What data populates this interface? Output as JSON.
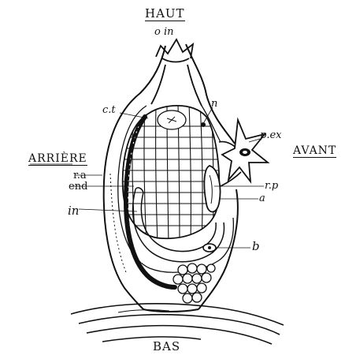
{
  "directions": {
    "top": "HAUT",
    "bottom": "BAS",
    "left": "ARRIÈRE",
    "right": "AVANT"
  },
  "labels": {
    "oin": "o in",
    "ct": "c.t",
    "n": "n",
    "pex": "p.ex",
    "ra": "r.a",
    "end": "end",
    "rp": "r.p",
    "a": "a",
    "in": "in",
    "b": "b"
  }
}
